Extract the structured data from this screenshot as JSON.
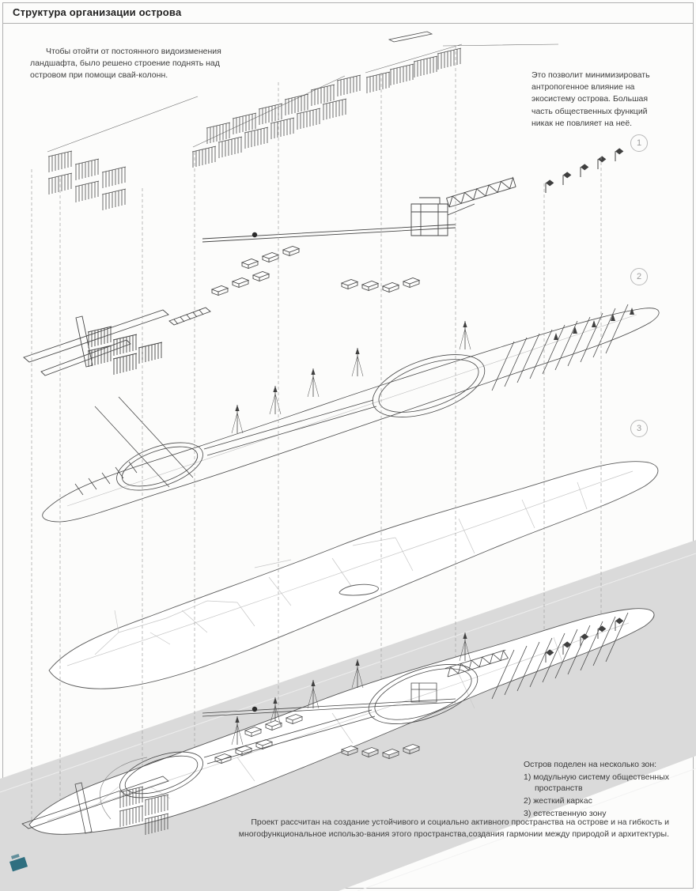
{
  "page": {
    "title": "Структура организации острова"
  },
  "notes": {
    "top_left": "Чтобы отойти от постоянного видоизменения ландшафта, было решено строение поднять над островом при помощи свай-колонн.",
    "top_right": "Это позволит минимизировать антропогенное влияние на экосистему острова. Большая часть общественных функций никак не повлияет на неё.",
    "zones_title": "Остров поделен на несколько зон:",
    "zones": [
      "1) модульную систему общественных пространств",
      "2) жесткий каркас",
      "3) естественную зону"
    ],
    "bottom": "Проект рассчитан на создание устойчивого и социально активного пространства на острове и на гибкость и многофункциональное использо-вания этого пространства,создания гармонии между природой и архитектуры."
  },
  "markers": [
    {
      "label": "1"
    },
    {
      "label": "2"
    },
    {
      "label": "3"
    }
  ],
  "colors": {
    "line": "#474747",
    "river_band": "#dadada",
    "island_fill": "#ffffff",
    "accent_teal": "#2f6f80",
    "marker_gray": "#b8b8b8"
  }
}
